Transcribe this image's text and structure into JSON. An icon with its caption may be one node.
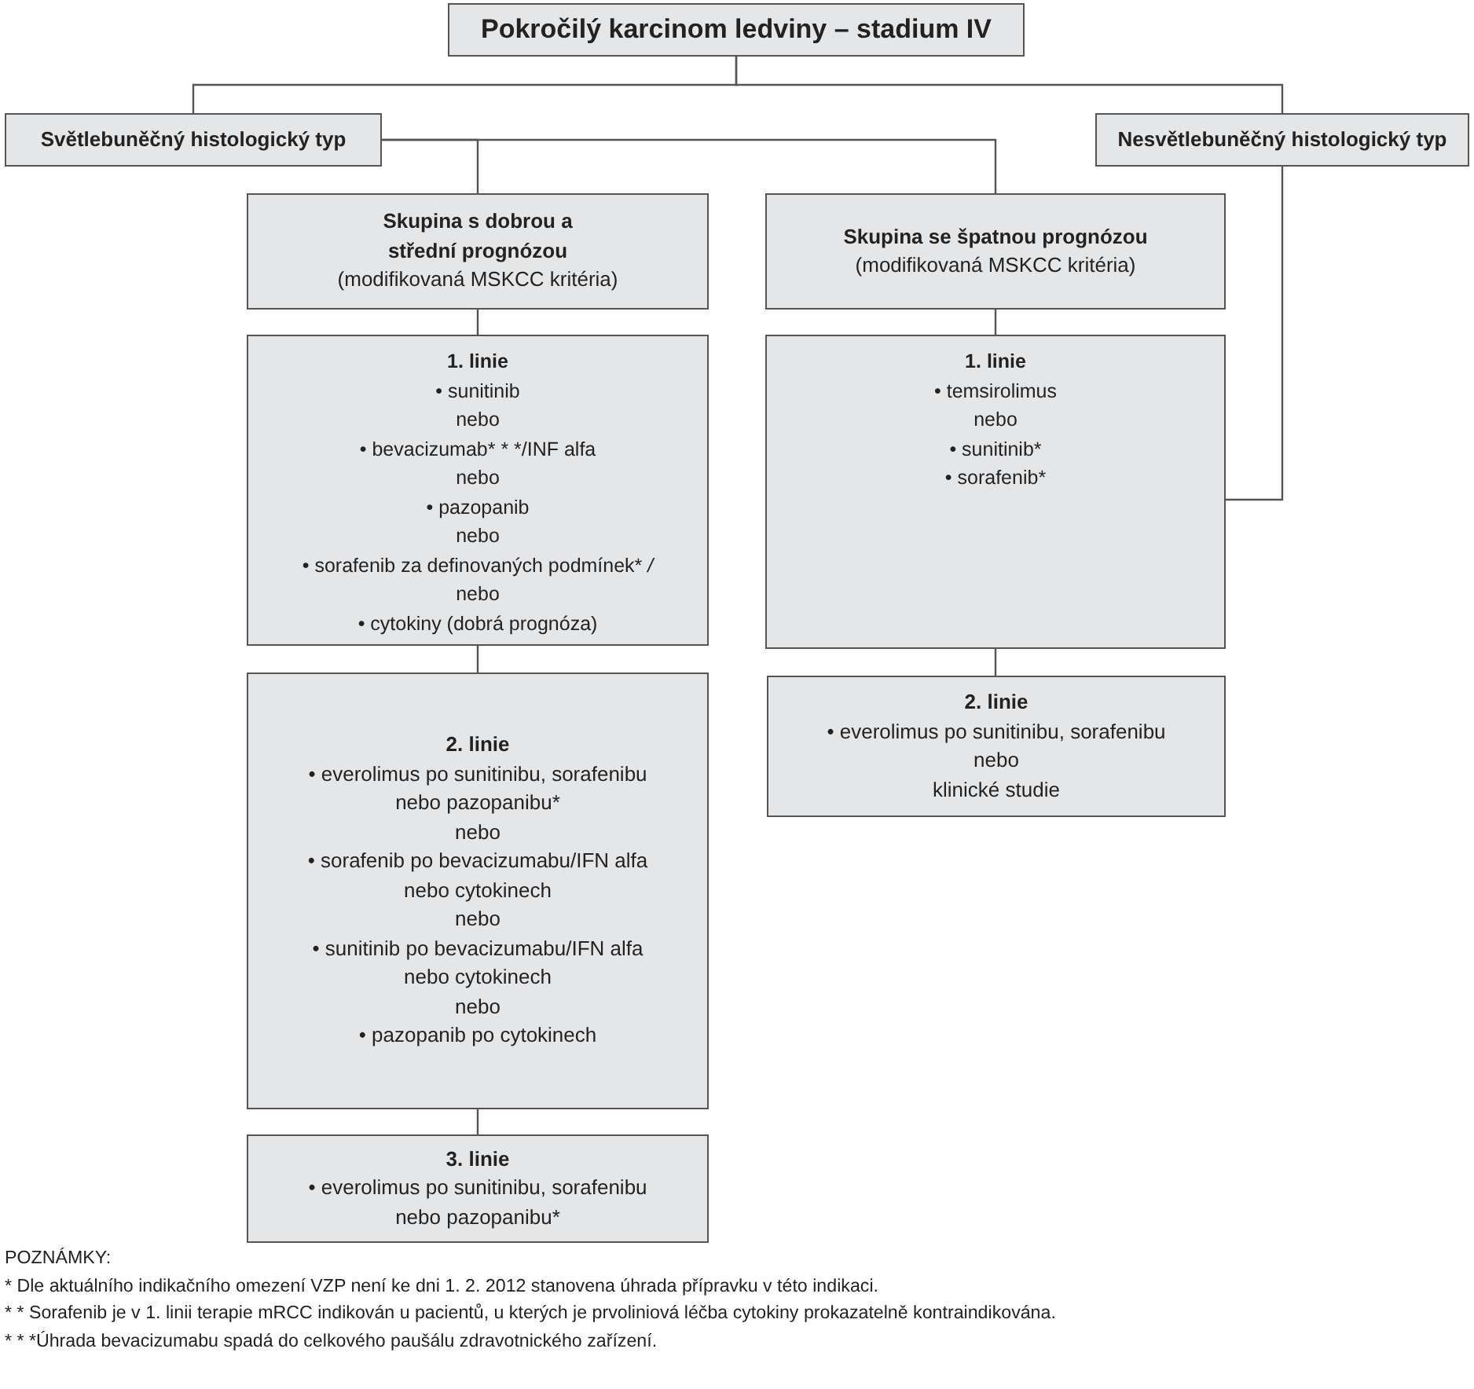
{
  "diagram": {
    "nodes": [
      {
        "text": [
          "Pokročilý karcinom ledviny – stadium IV"
        ]
      },
      {
        "text": [
          "Světlebuněčný histologický typ"
        ]
      },
      {
        "text": [
          "Nesvětlebuněčný histologický typ"
        ]
      },
      {
        "text": [
          "Skupina s dobrou a střední prognózou",
          "(modifikovaná MSKCC kritéria)"
        ]
      },
      {
        "text": [
          "Skupina se špatnou prognózou",
          "(modifikovaná MSKCC kritéria)"
        ]
      },
      {
        "text": [
          "1. linie",
          "• sunitinib",
          "nebo",
          "• bevacizumab* * */INF alfa",
          "nebo",
          "• pazopanib",
          "nebo",
          "• sorafenib za definovaných podmínek* */*",
          "nebo",
          "• cytokiny (dobrá prognóza)"
        ]
      },
      {
        "text": [
          "1. linie",
          "• temsirolimus",
          "nebo",
          "• sunitinib*",
          "• sorafenib*"
        ]
      },
      {
        "text": [
          "2. linie",
          "• everolimus po sunitinibu, sorafenibu nebo pazopanibu*",
          "nebo",
          "• sorafenib po bevacizumabu/IFN alfa nebo cytokinech",
          "nebo",
          "• sunitinib po bevacizumabu/IFN alfa nebo cytokinech",
          "nebo",
          "• pazopanib po cytokinech"
        ]
      },
      {
        "text": [
          "2. linie",
          "• everolimus po sunitinibu, sorafenibu",
          "nebo",
          "klinické studie"
        ]
      },
      {
        "text": [
          "3. linie",
          "• everolimus po sunitinibu, sorafenibu nebo pazopanibu*"
        ]
      }
    ],
    "edges": [
      {
        "from": 0,
        "to": 1,
        "arrow": "none"
      },
      {
        "from": 0,
        "to": 2,
        "arrow": "none"
      },
      {
        "from": 1,
        "to": 3,
        "arrow": "none"
      },
      {
        "from": 1,
        "to": 4,
        "arrow": "none"
      },
      {
        "from": 3,
        "to": 5,
        "arrow": "none"
      },
      {
        "from": 5,
        "to": 7,
        "arrow": "none"
      },
      {
        "from": 7,
        "to": 9,
        "arrow": "none"
      },
      {
        "from": 4,
        "to": 6,
        "arrow": "none"
      },
      {
        "from": 6,
        "to": 8,
        "arrow": "none"
      },
      {
        "from": 2,
        "to": 6,
        "arrow": "none"
      }
    ],
    "labels": [
      "POZNÁMKY:",
      "* Dle aktuálního indikačního omezení VZP není ke dni 1. 2. 2012 stanovena úhrada přípravku v této indikaci.",
      "* * Sorafenib je v 1. linii terapie mRCC indikován u pacientů, u kterých je prvoliniová léčba cytokiny prokazatelně kontraindikována.",
      "* * *Úhrada bevacizumabu spadá do celkového paušálu zdravotnického zařízení."
    ]
  }
}
